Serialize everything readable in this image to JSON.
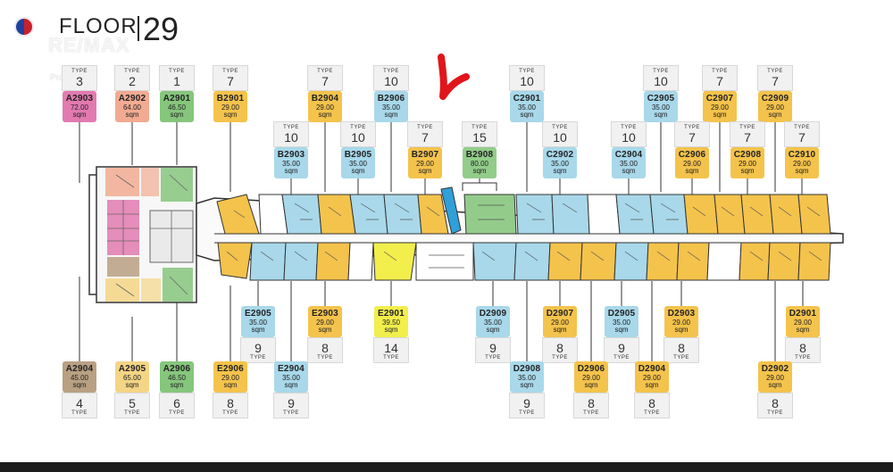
{
  "header": {
    "floor_label": "FLOOR",
    "floor_number": "29",
    "brand": "RE/MAX",
    "sub": "Properties"
  },
  "colors": {
    "pink": "#e27ab0",
    "salmon": "#f2ab92",
    "green": "#86c67c",
    "yellow": "#f4c34c",
    "blue": "#a8d8ea",
    "brown": "#b9a083",
    "sand": "#f4d585",
    "lemon": "#f2ee4c",
    "arrow": "#e0151b"
  },
  "type_word": "TYPE",
  "sqm_word": "sqm",
  "units_top_row1": [
    {
      "code": "A2903",
      "area": "72.00",
      "type": "3"
    },
    {
      "code": "A2902",
      "area": "64.00",
      "type": "2"
    },
    {
      "code": "A2901",
      "area": "46.50",
      "type": "1"
    },
    {
      "code": "B2901",
      "area": "29.00",
      "type": "7"
    },
    {
      "code": "B2904",
      "area": "29.00",
      "type": "7"
    },
    {
      "code": "B2906",
      "area": "35.00",
      "type": "10"
    },
    {
      "code": "C2901",
      "area": "35.00",
      "type": "10"
    },
    {
      "code": "C2905",
      "area": "35.00",
      "type": "10"
    },
    {
      "code": "C2907",
      "area": "29.00",
      "type": "7"
    },
    {
      "code": "C2909",
      "area": "29.00",
      "type": "7"
    }
  ],
  "units_top_row2": [
    {
      "code": "B2903",
      "area": "35.00",
      "type": "10"
    },
    {
      "code": "B2905",
      "area": "35.00",
      "type": "10"
    },
    {
      "code": "B2907",
      "area": "29.00",
      "type": "7"
    },
    {
      "code": "B2908",
      "area": "80.00",
      "type": "15"
    },
    {
      "code": "C2902",
      "area": "35.00",
      "type": "10"
    },
    {
      "code": "C2904",
      "area": "35.00",
      "type": "10"
    },
    {
      "code": "C2906",
      "area": "29.00",
      "type": "7"
    },
    {
      "code": "C2908",
      "area": "29.00",
      "type": "7"
    },
    {
      "code": "C2910",
      "area": "29.00",
      "type": "7"
    }
  ],
  "units_bottom_row1": [
    {
      "code": "E2905",
      "area": "35.00",
      "type": "9"
    },
    {
      "code": "E2903",
      "area": "29.00",
      "type": "8"
    },
    {
      "code": "E2901",
      "area": "39.50",
      "type": "14"
    },
    {
      "code": "D2909",
      "area": "35.00",
      "type": "9"
    },
    {
      "code": "D2907",
      "area": "29.00",
      "type": "8"
    },
    {
      "code": "D2905",
      "area": "35.00",
      "type": "9"
    },
    {
      "code": "D2903",
      "area": "29.00",
      "type": "8"
    },
    {
      "code": "D2901",
      "area": "29.00",
      "type": "8"
    }
  ],
  "units_bottom_row2": [
    {
      "code": "A2904",
      "area": "45.00",
      "type": "4"
    },
    {
      "code": "A2905",
      "area": "65.00",
      "type": "5"
    },
    {
      "code": "A2906",
      "area": "46.50",
      "type": "6"
    },
    {
      "code": "E2906",
      "area": "29.00",
      "type": "8"
    },
    {
      "code": "E2904",
      "area": "35.00",
      "type": "9"
    },
    {
      "code": "D2908",
      "area": "35.00",
      "type": "9"
    },
    {
      "code": "D2906",
      "area": "29.00",
      "type": "8"
    },
    {
      "code": "D2904",
      "area": "29.00",
      "type": "8"
    },
    {
      "code": "D2902",
      "area": "29.00",
      "type": "8"
    }
  ]
}
